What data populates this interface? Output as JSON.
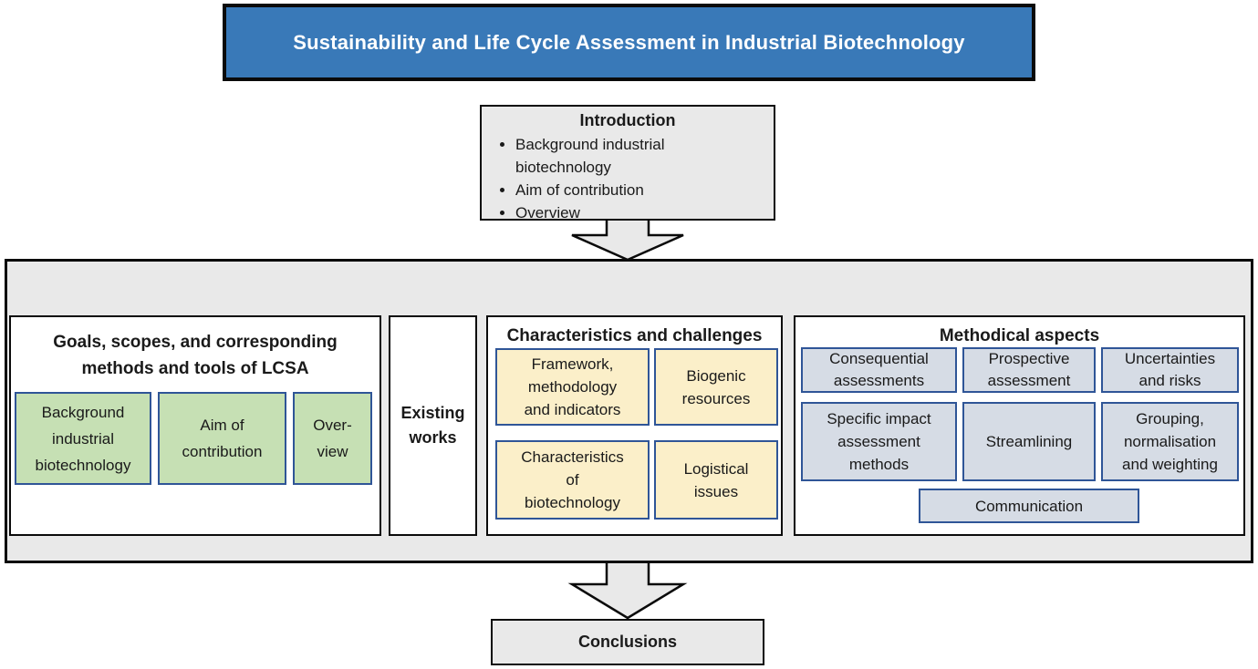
{
  "colors": {
    "banner_blue": "#3979B8",
    "panel_gray": "#E9E9E9",
    "green_fill": "#C6E0B4",
    "yellow_fill": "#FBEFC9",
    "bluegray_fill": "#D6DCE5",
    "blue_border": "#2F5597"
  },
  "banner": {
    "title": "Sustainability and Life Cycle Assessment in Industrial Biotechnology"
  },
  "introduction": {
    "title": "Introduction",
    "bullets": [
      "Background industrial\nbiotechnology",
      "Aim of contribution",
      "Overview"
    ]
  },
  "main": {
    "goals": {
      "title": "Goals, scopes, and corresponding\nmethods and tools of LCSA",
      "items": [
        "Background\nindustrial\nbiotechnology",
        "Aim of\ncontribution",
        "Over-\nview"
      ]
    },
    "existing_works": {
      "title": "Existing\nworks"
    },
    "characteristics": {
      "title": "Characteristics and challenges",
      "items": [
        "Framework,\nmethodology\nand indicators",
        "Biogenic\nresources",
        "Characteristics\nof\nbiotechnology",
        "Logistical\nissues"
      ]
    },
    "methodical": {
      "title": "Methodical aspects",
      "items": [
        "Consequential\nassessments",
        "Prospective\nassessment",
        "Uncertainties\nand risks",
        "Specific impact\nassessment\nmethods",
        "Streamlining",
        "Grouping,\nnormalisation\nand weighting",
        "Communication"
      ]
    }
  },
  "conclusions": {
    "title": "Conclusions"
  }
}
